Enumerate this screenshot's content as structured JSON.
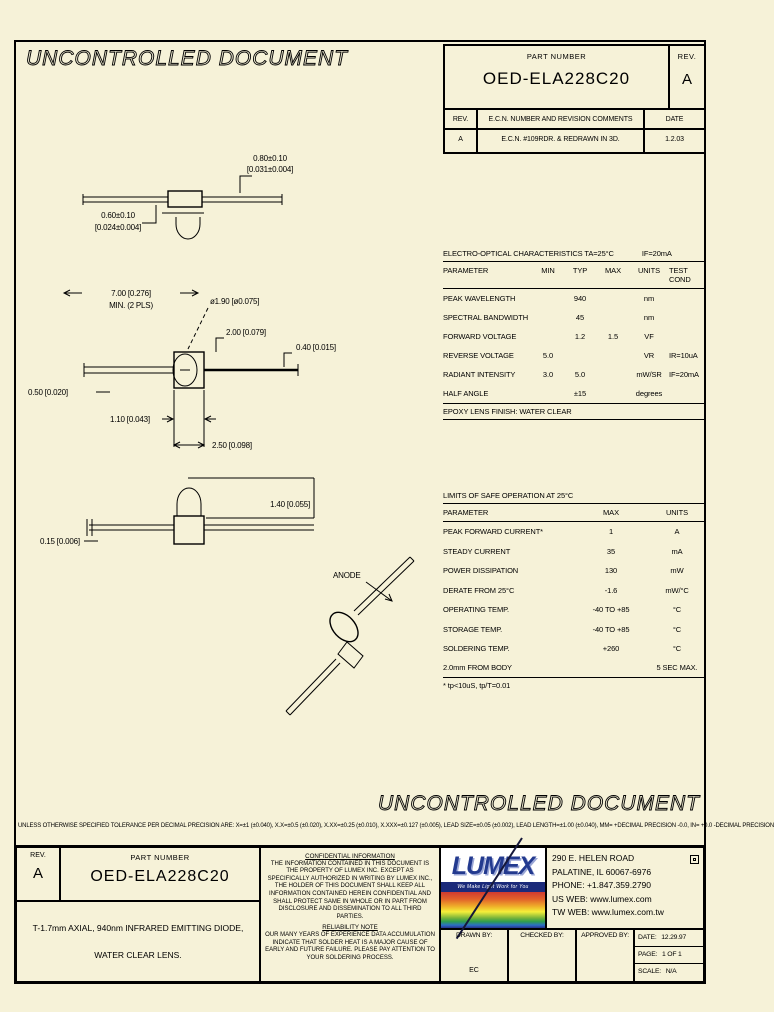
{
  "colors": {
    "background": "#f6f2d8",
    "ink": "#000000",
    "logo_blue": "#233a8f",
    "logo_band_navy": "#1b2a7a"
  },
  "watermarks": {
    "top": "UNCONTROLLED DOCUMENT",
    "bottom": "UNCONTROLLED DOCUMENT"
  },
  "header_table": {
    "part_number_label": "PART NUMBER",
    "part_number": "OED-ELA228C20",
    "rev_label": "REV.",
    "rev": "A",
    "row_headers": {
      "rev": "REV.",
      "comments": "E.C.N. NUMBER AND REVISION COMMENTS",
      "date": "DATE"
    },
    "revision_row": {
      "rev": "A",
      "comments": "E.C.N. #109RDR. & REDRAWN IN 3D.",
      "date": "1.2.03"
    }
  },
  "drawing": {
    "labels": {
      "d1_mm": "0.80±0.10",
      "d1_in": "[0.031±0.004]",
      "d2_mm": "0.60±0.10",
      "d2_in": "[0.024±0.004]",
      "d3": "7.00 [0.276]",
      "d3_note": "MIN. (2 PLS)",
      "d4": "ø1.90 [ø0.075]",
      "d5": "2.00 [0.079]",
      "d6": "0.40 [0.015]",
      "d7": "0.50 [0.020]",
      "d8": "1.10 [0.043]",
      "d9": "2.50 [0.098]",
      "d10": "1.40 [0.055]",
      "d11": "0.15 [0.006]",
      "anode": "ANODE"
    }
  },
  "eo_table": {
    "title": "ELECTRO-OPTICAL CHARACTERISTICS TA=25°C",
    "title_if": "IF=20mA",
    "columns": [
      "PARAMETER",
      "MIN",
      "TYP",
      "MAX",
      "UNITS",
      "TEST COND"
    ],
    "rows": [
      [
        "PEAK WAVELENGTH",
        "",
        "940",
        "",
        "nm",
        ""
      ],
      [
        "SPECTRAL BANDWIDTH",
        "",
        "45",
        "",
        "nm",
        ""
      ],
      [
        "FORWARD VOLTAGE",
        "",
        "1.2",
        "1.5",
        "VF",
        ""
      ],
      [
        "REVERSE VOLTAGE",
        "5.0",
        "",
        "",
        "VR",
        "IR=10uA"
      ],
      [
        "RADIANT INTENSITY",
        "3.0",
        "5.0",
        "",
        "mW/SR",
        "IF=20mA"
      ],
      [
        "HALF ANGLE",
        "",
        "±15",
        "",
        "degrees",
        ""
      ]
    ],
    "footer": "EPOXY LENS FINISH:  WATER CLEAR"
  },
  "limits_table": {
    "title": "LIMITS OF SAFE OPERATION AT 25°C",
    "columns": [
      "PARAMETER",
      "MAX",
      "UNITS"
    ],
    "rows": [
      [
        "PEAK FORWARD CURRENT*",
        "1",
        "A"
      ],
      [
        "STEADY CURRENT",
        "35",
        "mA"
      ],
      [
        "POWER DISSIPATION",
        "130",
        "mW"
      ],
      [
        "DERATE FROM 25°C",
        "-1.6",
        "mW/°C"
      ],
      [
        "OPERATING TEMP.",
        "-40 TO +85",
        "°C"
      ],
      [
        "STORAGE TEMP.",
        "-40 TO +85",
        "°C"
      ],
      [
        "SOLDERING TEMP.",
        "+260",
        "°C"
      ],
      [
        "2.0mm FROM BODY",
        "",
        "5 SEC MAX."
      ]
    ],
    "footnote": "* tp<10uS, tp/T=0.01"
  },
  "tolerance_note": "UNLESS OTHERWISE SPECIFIED TOLERANCE PER DECIMAL PRECISION ARE: X=±1 (±0.040), X.X=±0.5 (±0.020), X.XX=±0.25 (±0.010), X.XXX=±0.127 (±0.005), LEAD SIZE=±0.05 (±0.002), LEAD LENGTH=±1.00 (±0.040), MM= +DECIMAL PRECISION -0.0, IN= +0.0 -DECIMAL PRECISION",
  "title_block": {
    "rev_label": "REV.",
    "rev": "A",
    "part_number_label": "PART NUMBER",
    "part_number": "OED-ELA228C20",
    "description_line1": "T-1.7mm AXIAL, 940nm INFRARED EMITTING DIODE,",
    "description_line2": "WATER CLEAR LENS.",
    "confidential": {
      "title": "CONFIDENTIAL INFORMATION",
      "body": "THE INFORMATION CONTAINED IN THIS DOCUMENT IS THE PROPERTY OF LUMEX INC. EXCEPT AS SPECIFICALLY AUTHORIZED IN WRITING BY LUMEX INC., THE HOLDER OF THIS DOCUMENT SHALL KEEP ALL INFORMATION CONTAINED HEREIN CONFIDENTIAL AND SHALL PROTECT SAME IN WHOLE OR IN PART FROM DISCLOSURE AND DISSEMINATION TO ALL THIRD PARTIES.",
      "reliability_title": "RELIABILITY NOTE",
      "reliability_body": "OUR MANY YEARS OF EXPERIENCE DATA ACCUMULATION INDICATE THAT SOLDER HEAT IS A MAJOR CAUSE OF EARLY AND FUTURE FAILURE. PLEASE PAY ATTENTION TO YOUR SOLDERING PROCESS."
    },
    "company": {
      "logo_text": "LUMEX",
      "logo_tagline": "We Make Light Work for You",
      "address_line1": "290 E. HELEN ROAD",
      "address_line2": "PALATINE, IL  60067-6976",
      "phone": "PHONE: +1.847.359.2790",
      "us_web": "US WEB: www.lumex.com",
      "tw_web": "TW WEB: www.lumex.com.tw"
    },
    "signoff": {
      "drawn_by_label": "DRAWN BY:",
      "drawn_by": "EC",
      "checked_by_label": "CHECKED BY:",
      "approved_by_label": "APPROVED BY:",
      "date_label": "DATE:",
      "date": "12.29.97",
      "page_label": "PAGE:",
      "page": "1 OF 1",
      "scale_label": "SCALE:",
      "scale": "N/A"
    }
  }
}
